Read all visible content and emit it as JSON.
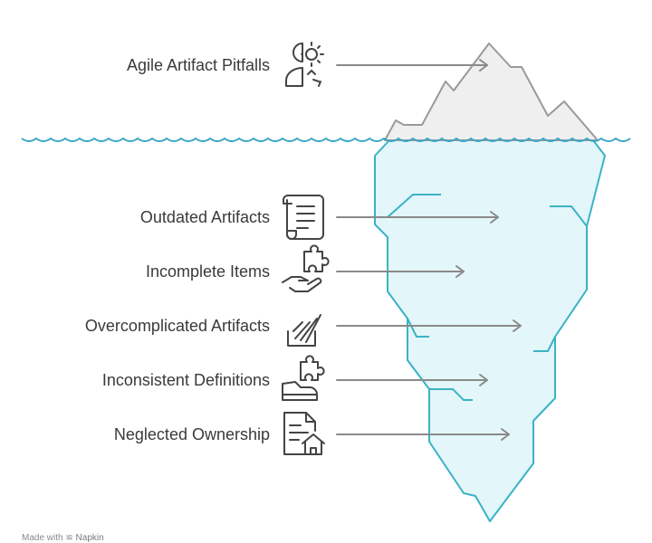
{
  "title_item": {
    "label": "Agile Artifact Pitfalls",
    "icon": "person-gear-icon"
  },
  "items": [
    {
      "label": "Outdated Artifacts",
      "icon": "scroll-icon"
    },
    {
      "label": "Incomplete Items",
      "icon": "hand-puzzle-icon"
    },
    {
      "label": "Overcomplicated Artifacts",
      "icon": "stack-lines-icon"
    },
    {
      "label": "Inconsistent Definitions",
      "icon": "shoe-puzzle-icon"
    },
    {
      "label": "Neglected Ownership",
      "icon": "document-home-icon"
    }
  ],
  "footer": {
    "made_with": "Made with",
    "brand": "Napkin"
  },
  "colors": {
    "water_line": "#39a7c4",
    "iceberg_fill": "#e3f6fa",
    "iceberg_stroke": "#3ab3c5",
    "peak_fill": "#efefef",
    "peak_stroke": "#9a9a9a",
    "arrow": "#8a8a8a",
    "icon": "#444444"
  }
}
